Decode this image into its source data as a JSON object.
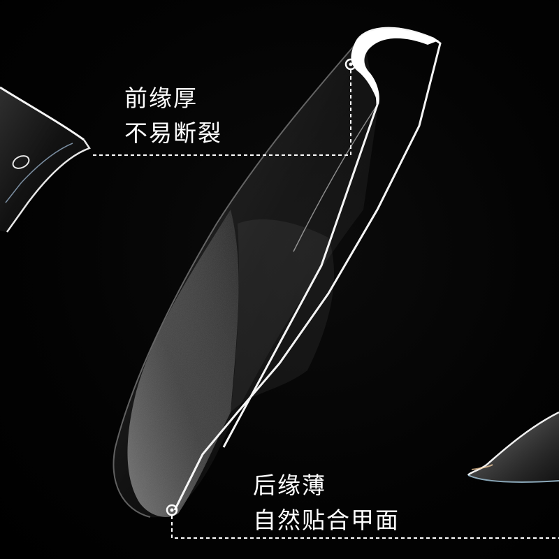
{
  "annotations": {
    "front_edge": {
      "line1": "前缘厚",
      "line2": "不易断裂"
    },
    "back_edge": {
      "line1": "后缘薄",
      "line2": "自然贴合甲面"
    }
  },
  "colors": {
    "background": "#000000",
    "text": "#ffffff",
    "guide_line": "#ffffff",
    "nail_outline": "#f2f2f2",
    "nail_frost": "#bdbdbd"
  }
}
